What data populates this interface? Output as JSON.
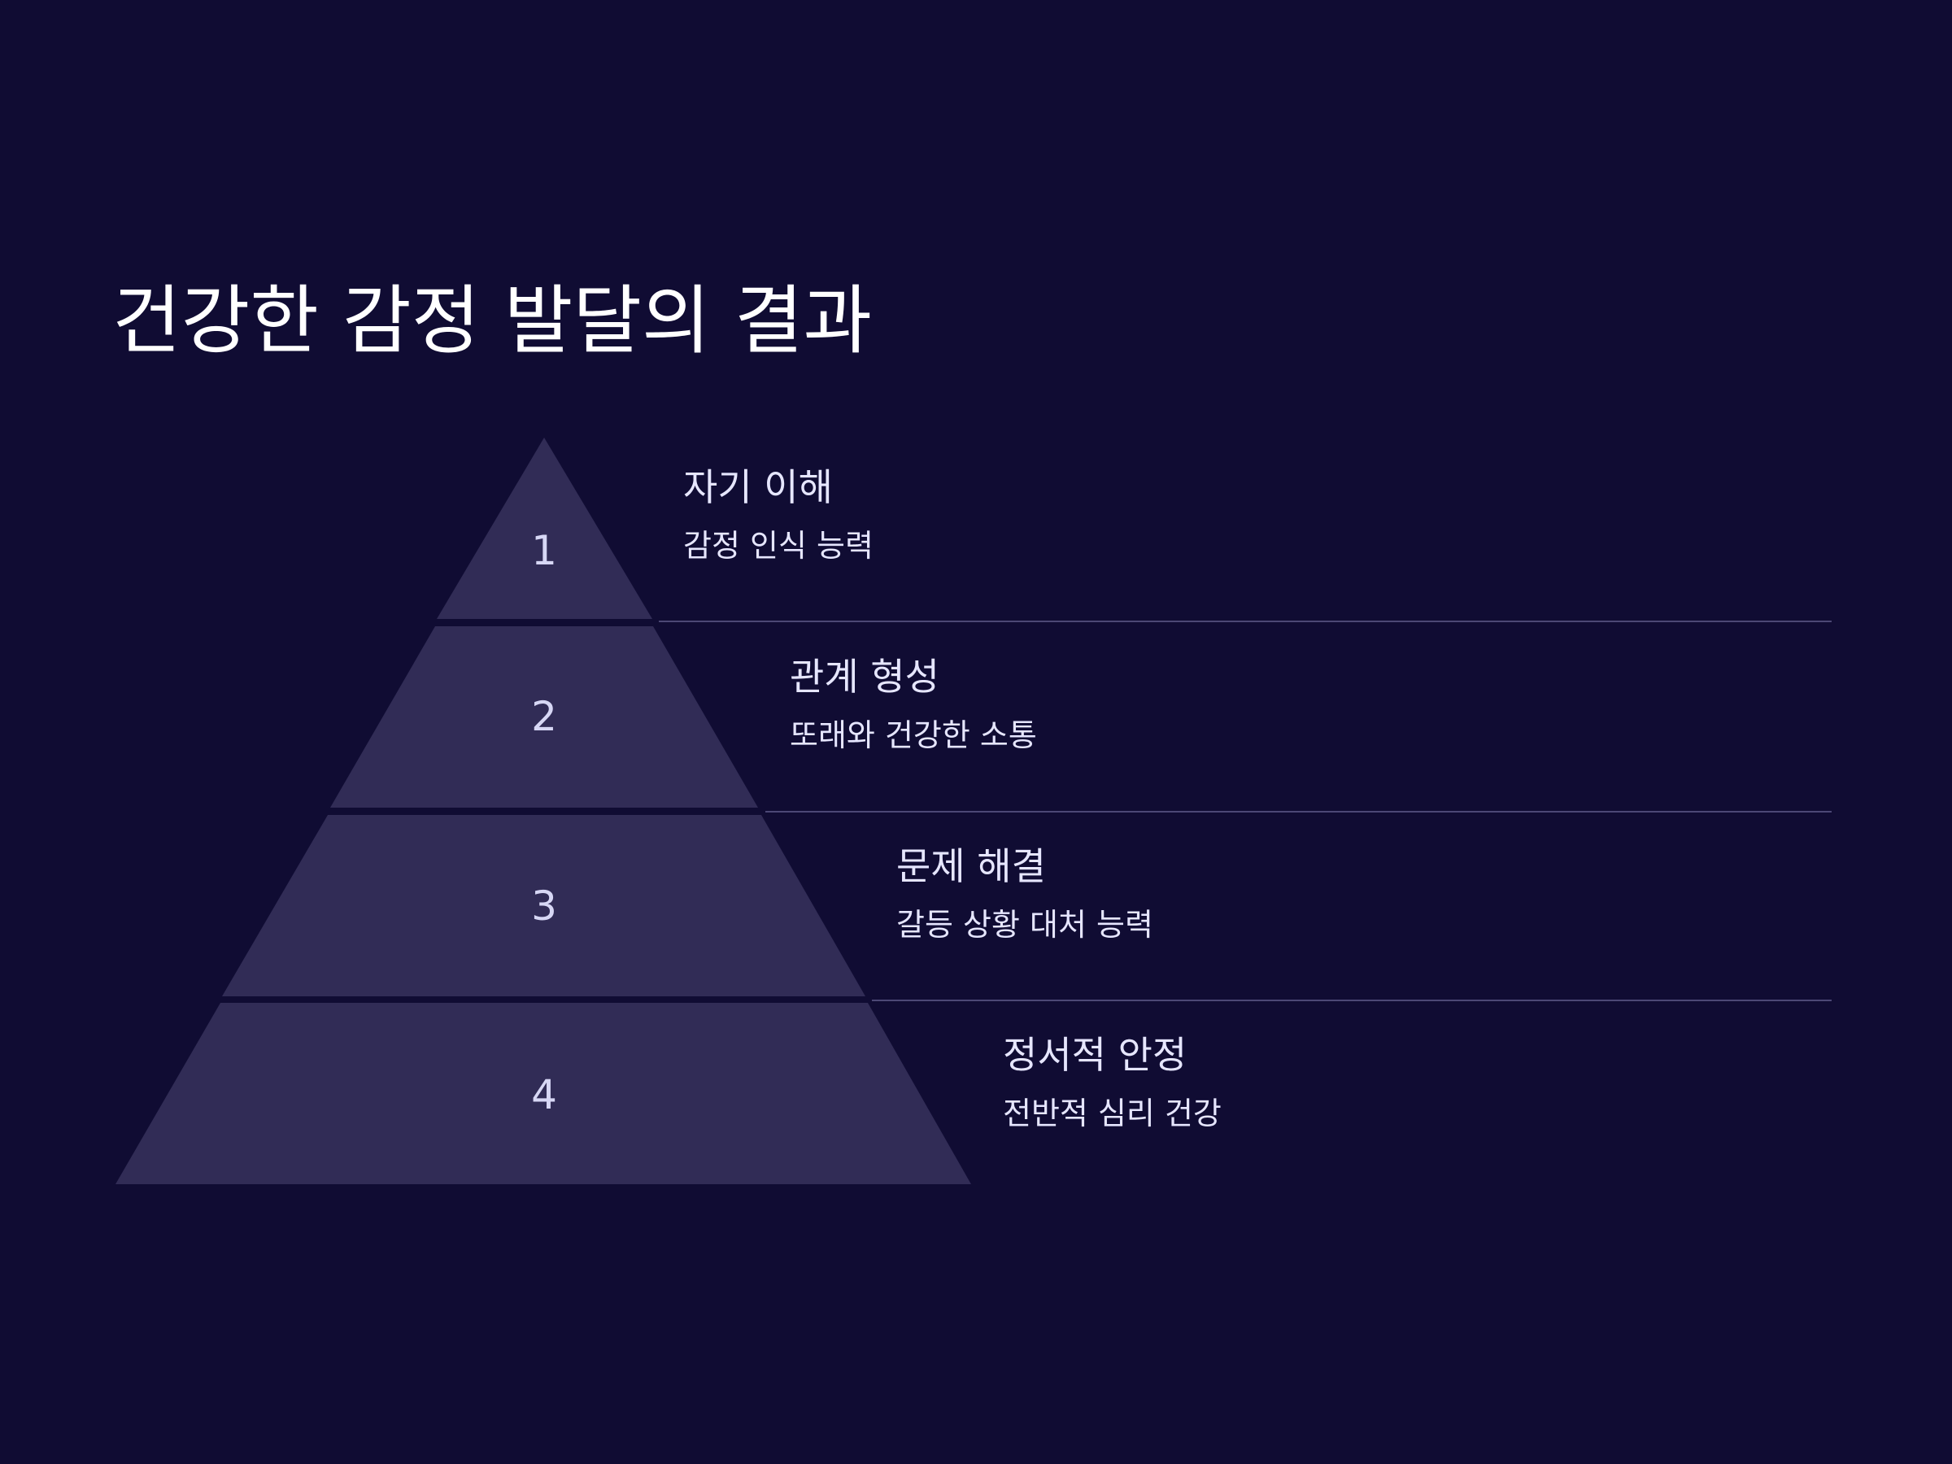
{
  "title": "건강한 감정 발달의 결과",
  "colors": {
    "background": "#100c33",
    "tier_fill": "#312c56",
    "divider": "#4c4875",
    "text": "#e6e6ff"
  },
  "tiers": [
    {
      "number": "1",
      "heading": "자기 이해",
      "description": "감정 인식 능력"
    },
    {
      "number": "2",
      "heading": "관계 형성",
      "description": "또래와 건강한 소통"
    },
    {
      "number": "3",
      "heading": "문제 해결",
      "description": "갈등 상황 대처 능력"
    },
    {
      "number": "4",
      "heading": "정서적 안정",
      "description": "전반적 심리 건강"
    }
  ]
}
